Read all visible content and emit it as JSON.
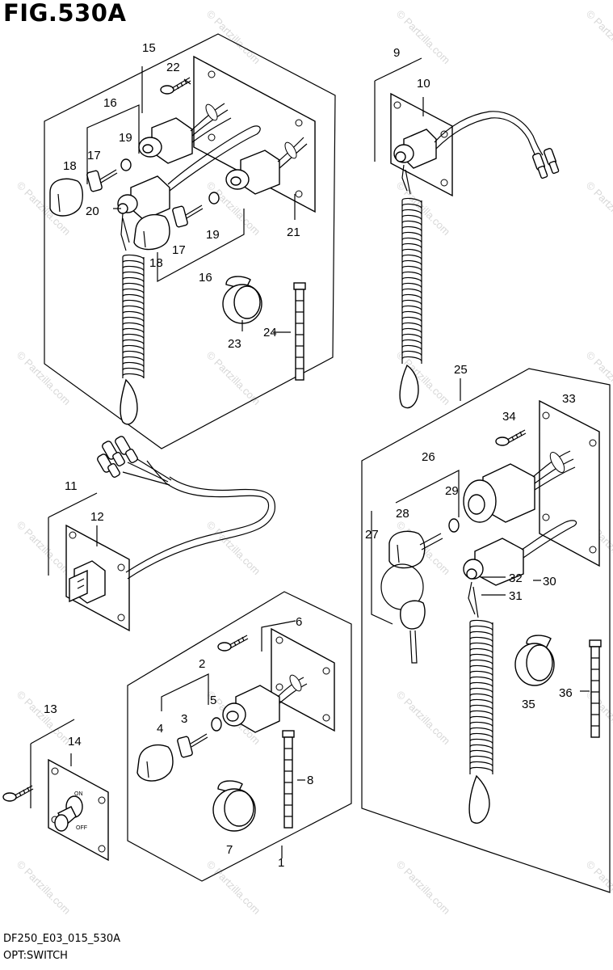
{
  "figure": {
    "title": "FIG.530A",
    "code": "DF250_E03_015_530A",
    "name": "OPT:SWITCH",
    "watermark": "© Partzilla.com"
  },
  "callouts": [
    "1",
    "2",
    "3",
    "4",
    "5",
    "6",
    "7",
    "8",
    "9",
    "10",
    "11",
    "12",
    "13",
    "14",
    "15",
    "16",
    "17",
    "18",
    "19",
    "20",
    "21",
    "22",
    "23",
    "24",
    "25",
    "26",
    "27",
    "28",
    "29",
    "30",
    "31",
    "32",
    "33",
    "34",
    "35",
    "36"
  ],
  "switch_marks": {
    "on": "ON",
    "off": "OFF"
  }
}
